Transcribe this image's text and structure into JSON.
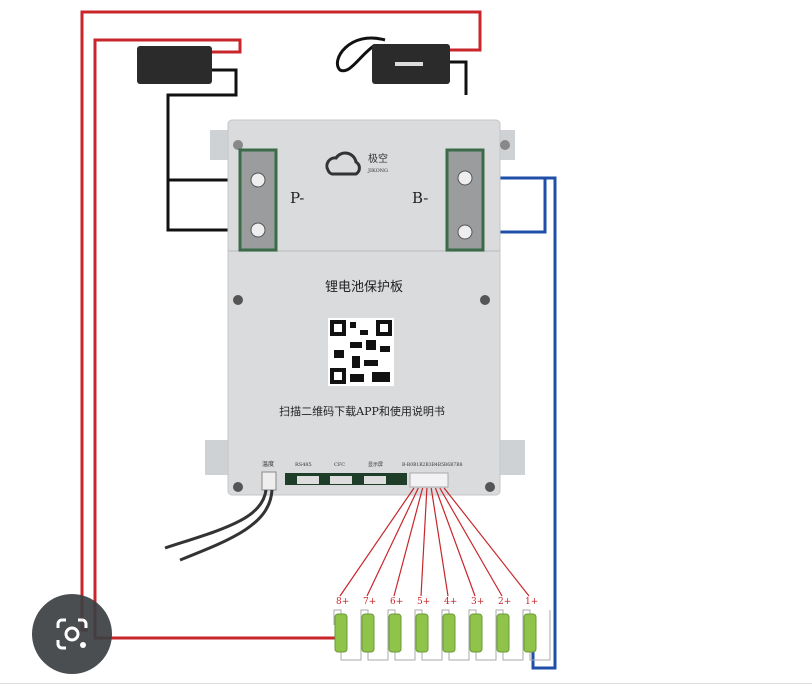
{
  "board": {
    "brand_cn": "极空",
    "brand_en": "JIKONG",
    "title": "锂电池保护板",
    "p_terminal": "P-",
    "b_terminal": "B-",
    "instruction": "扫描二维码下载APP和使用说明书",
    "ports": [
      "温度",
      "RS485",
      "CFC",
      "显示屏",
      "B-B0B1B2B3B4B5B6B7B8"
    ]
  },
  "cells": [
    "8+",
    "7+",
    "6+",
    "5+",
    "4+",
    "3+",
    "2+",
    "1+"
  ],
  "colors": {
    "positive_wire": "#c8262b",
    "negative_wire": "#1f4fa8",
    "load_wire": "#111111",
    "cell": "#8fc34a",
    "board": "#d9dbdd"
  },
  "overlay": {
    "icon": "google-lens-icon"
  }
}
